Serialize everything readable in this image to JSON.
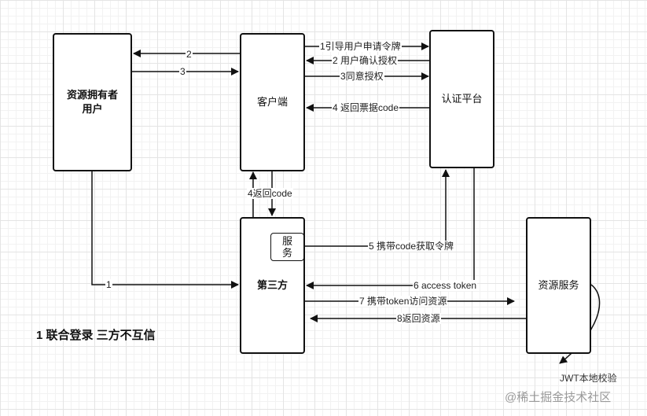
{
  "nodes": {
    "owner": "资源拥有者\n用户",
    "client": "客户端",
    "auth": "认证平台",
    "third": "第三方",
    "service_inner": "服\n务",
    "resource": "资源服务"
  },
  "edges": {
    "e1": "1引导用户申请令牌",
    "e2": "2 用户确认授权",
    "e3": "3同意授权",
    "e4": "4 返回票据code",
    "o2": "2",
    "o3": "3",
    "c4": "4返回code",
    "o1": "1",
    "t5": "5 携带code获取令牌",
    "t6": "6 access token",
    "t7": "7 携带token访问资源",
    "t8": "8返回资源"
  },
  "title": "1 联合登录 三方不互信",
  "note": "JWT本地校验",
  "watermark": "@稀土掘金技术社区"
}
